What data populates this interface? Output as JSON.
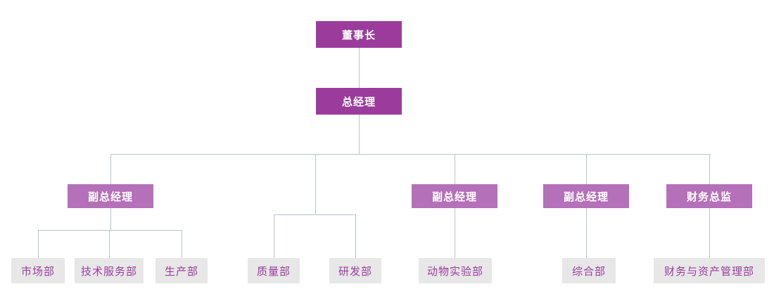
{
  "diagram_type": "org-chart",
  "colors": {
    "executive_box": "#9B3C9D",
    "manager_box": "#B470B8",
    "department_box": "#E7E7E7",
    "department_text": "#9B3C9D",
    "connector_line": "#B8C3CB",
    "background": "#FFFFFF"
  },
  "nodes": {
    "chairman": "董事长",
    "general_manager": "总经理",
    "deputy_gm_1": "副总经理",
    "deputy_gm_2": "副总经理",
    "deputy_gm_3": "副总经理",
    "finance_director": "财务总监",
    "marketing_dept": "市场部",
    "tech_service_dept": "技术服务部",
    "production_dept": "生产部",
    "quality_dept": "质量部",
    "rd_dept": "研发部",
    "animal_lab_dept": "动物实验部",
    "general_affairs_dept": "综合部",
    "finance_asset_dept": "财务与资产管理部"
  },
  "hierarchy": {
    "label": "董事长",
    "children": [
      {
        "label": "总经理",
        "children": [
          {
            "label": "副总经理",
            "children": [
              {
                "label": "市场部"
              },
              {
                "label": "技术服务部"
              },
              {
                "label": "生产部"
              }
            ]
          },
          {
            "label": "",
            "boxless_branch": true,
            "children": [
              {
                "label": "质量部"
              },
              {
                "label": "研发部"
              }
            ]
          },
          {
            "label": "副总经理",
            "children": [
              {
                "label": "动物实验部"
              }
            ]
          },
          {
            "label": "副总经理",
            "children": [
              {
                "label": "综合部"
              }
            ]
          },
          {
            "label": "财务总监",
            "children": [
              {
                "label": "财务与资产管理部"
              }
            ]
          }
        ]
      }
    ]
  }
}
